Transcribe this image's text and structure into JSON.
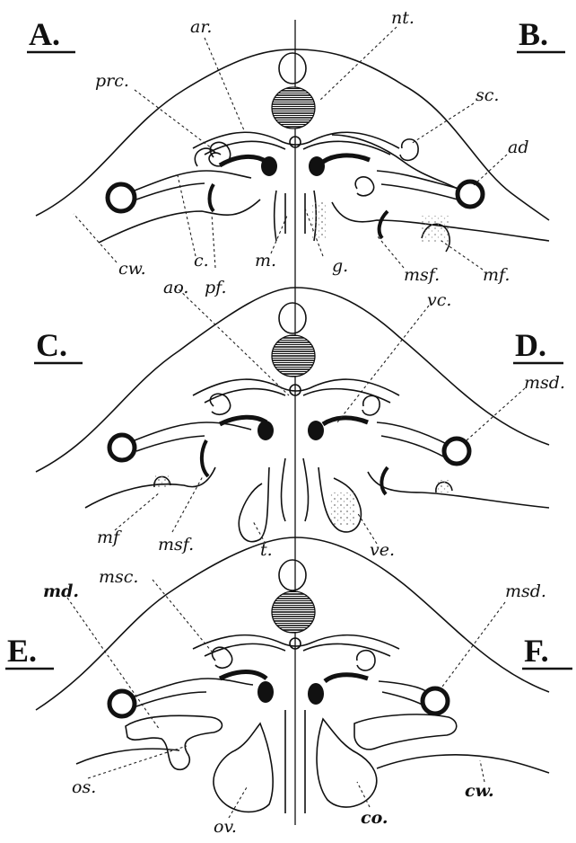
{
  "panels": {
    "A": "A.",
    "B": "B.",
    "C": "C.",
    "D": "D.",
    "E": "E.",
    "F": "F."
  },
  "labels": {
    "ar": "ar.",
    "nt": "nt.",
    "prc": "prc.",
    "sc": "sc.",
    "ad": "ad",
    "c": "c.",
    "m": "m.",
    "g": "g.",
    "cw_top": "cw.",
    "ao": "ao.",
    "pf": "pf.",
    "msf_top": "msf.",
    "mf_top": "mf.",
    "vc": "vc.",
    "msd_mid": "msd.",
    "mf_mid": "mf",
    "msf_mid": "msf.",
    "t": "t.",
    "ve": "ve.",
    "msc": "msc.",
    "msd_bot": "msd.",
    "md": "md.",
    "os": "os.",
    "ov": "ov.",
    "co": "co.",
    "cw_bot": "cw."
  }
}
